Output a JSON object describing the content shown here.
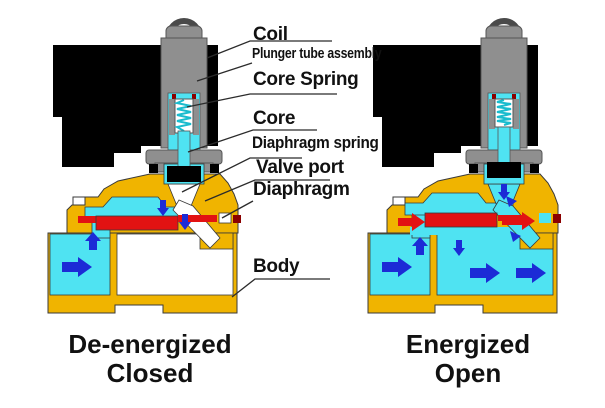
{
  "diagram": {
    "labels": [
      {
        "id": "coil",
        "text": "Coil"
      },
      {
        "id": "plunger-tube-assembly",
        "text": "Plunger tube assembly"
      },
      {
        "id": "core-spring",
        "text": "Core Spring"
      },
      {
        "id": "core",
        "text": "Core"
      },
      {
        "id": "diaphragm-spring",
        "text": "Diaphragm spring"
      },
      {
        "id": "valve-port",
        "text": "Valve port"
      },
      {
        "id": "diaphragm",
        "text": "Diaphragm"
      },
      {
        "id": "body",
        "text": "Body"
      }
    ],
    "captions": {
      "left_line1": "De-energized",
      "left_line2": "Closed",
      "right_line1": "Energized",
      "right_line2": "Open"
    }
  },
  "colors": {
    "body": "#F0B400",
    "water": "#4FE3F2",
    "diaphragm": "#E21212",
    "arrow": "#1C2BD6",
    "coil": "#000000",
    "metal": "#8F8F8F",
    "metal_dark": "#4A4A4A",
    "spring": "#19BCCE",
    "dark_red": "#8B0000",
    "outline": "#3A3A3A",
    "text": "#111111",
    "background": "#FFFFFF",
    "leader": "#2B2B2B"
  }
}
